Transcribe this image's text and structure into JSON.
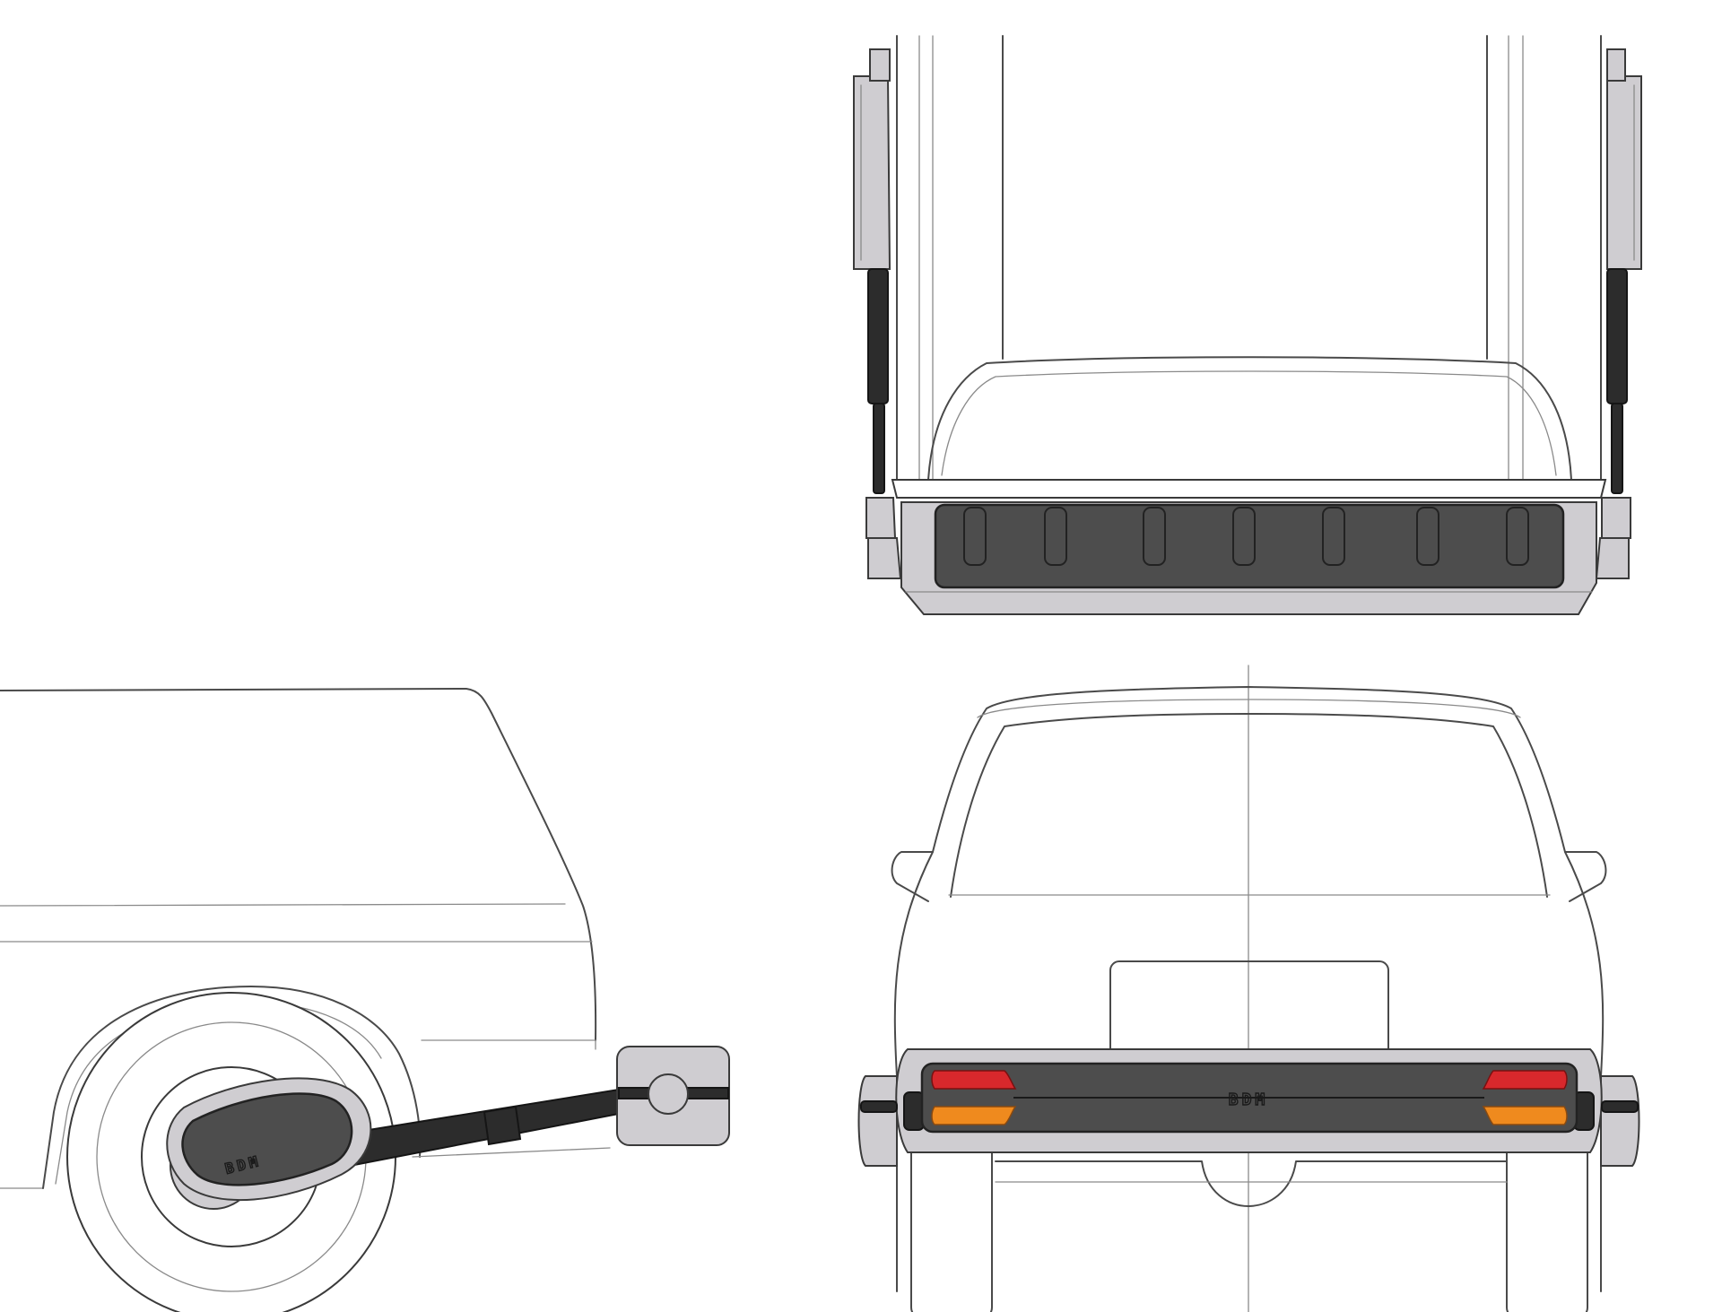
{
  "drawing": {
    "views": [
      "side-view",
      "top-view",
      "rear-view"
    ],
    "brand_mark": "BDM",
    "colors": {
      "tail_red": "#d8282c",
      "tail_amber": "#ef8a1e",
      "panel_dark": "#4d4d4d",
      "bumper_grey": "#cfcdd1",
      "strut_black": "#2c2c2c"
    }
  }
}
